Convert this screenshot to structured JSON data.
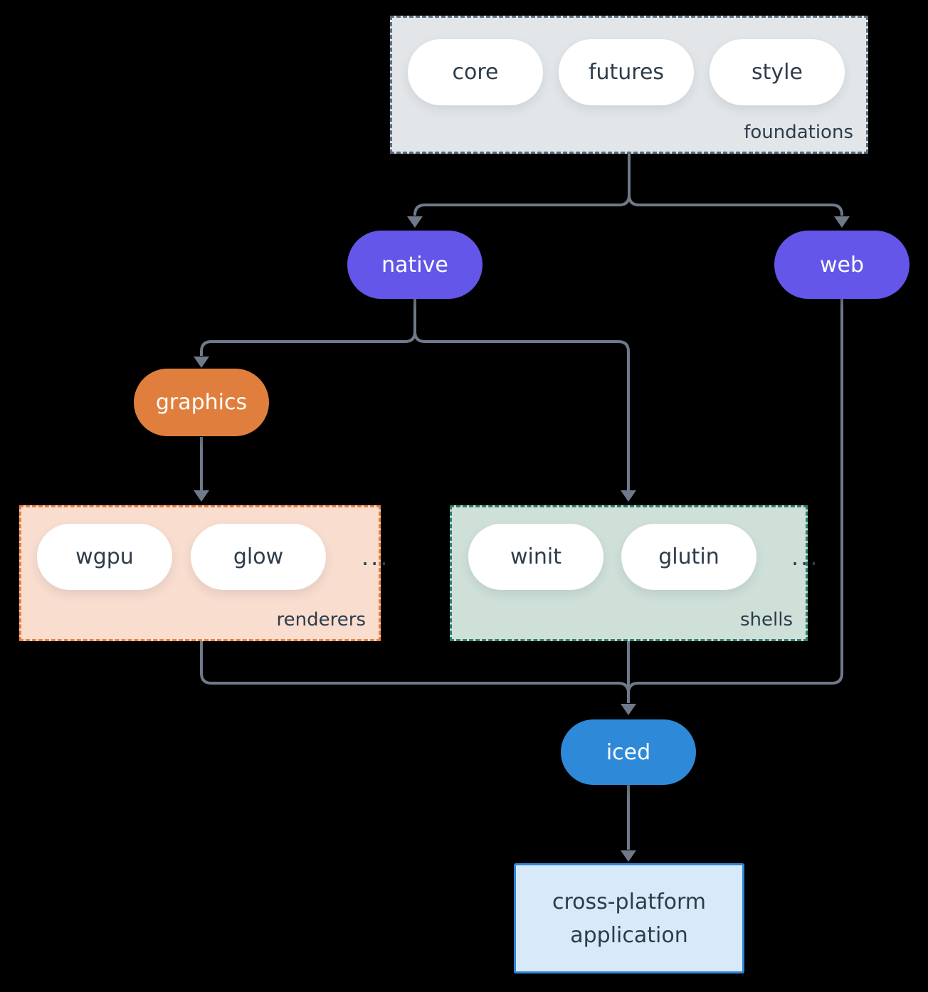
{
  "diagram": {
    "background_color": "#000000",
    "connector_color": "#6e7a89",
    "text_color_dark": "#2d3c4b"
  },
  "groups": {
    "foundations": {
      "label": "foundations",
      "fill": "#e2e6e9",
      "border_color": "#5d6e7e",
      "pills": [
        "core",
        "futures",
        "style"
      ]
    },
    "renderers": {
      "label": "renderers",
      "fill": "#f9ddcf",
      "border_color": "#e8823e",
      "pills": [
        "wgpu",
        "glow"
      ],
      "ellipsis": "..."
    },
    "shells": {
      "label": "shells",
      "fill": "#cfe0d9",
      "border_color": "#2e7f6d",
      "pills": [
        "winit",
        "glutin"
      ],
      "ellipsis": "..."
    }
  },
  "nodes": {
    "native": {
      "label": "native",
      "fill": "#6456e8"
    },
    "web": {
      "label": "web",
      "fill": "#6456e8"
    },
    "graphics": {
      "label": "graphics",
      "fill": "#e07f3d"
    },
    "iced": {
      "label": "iced",
      "fill": "#2e89d8"
    },
    "application": {
      "line1": "cross-platform",
      "line2": "application",
      "fill": "#d8e9f9",
      "border_color": "#2e86d8"
    }
  }
}
